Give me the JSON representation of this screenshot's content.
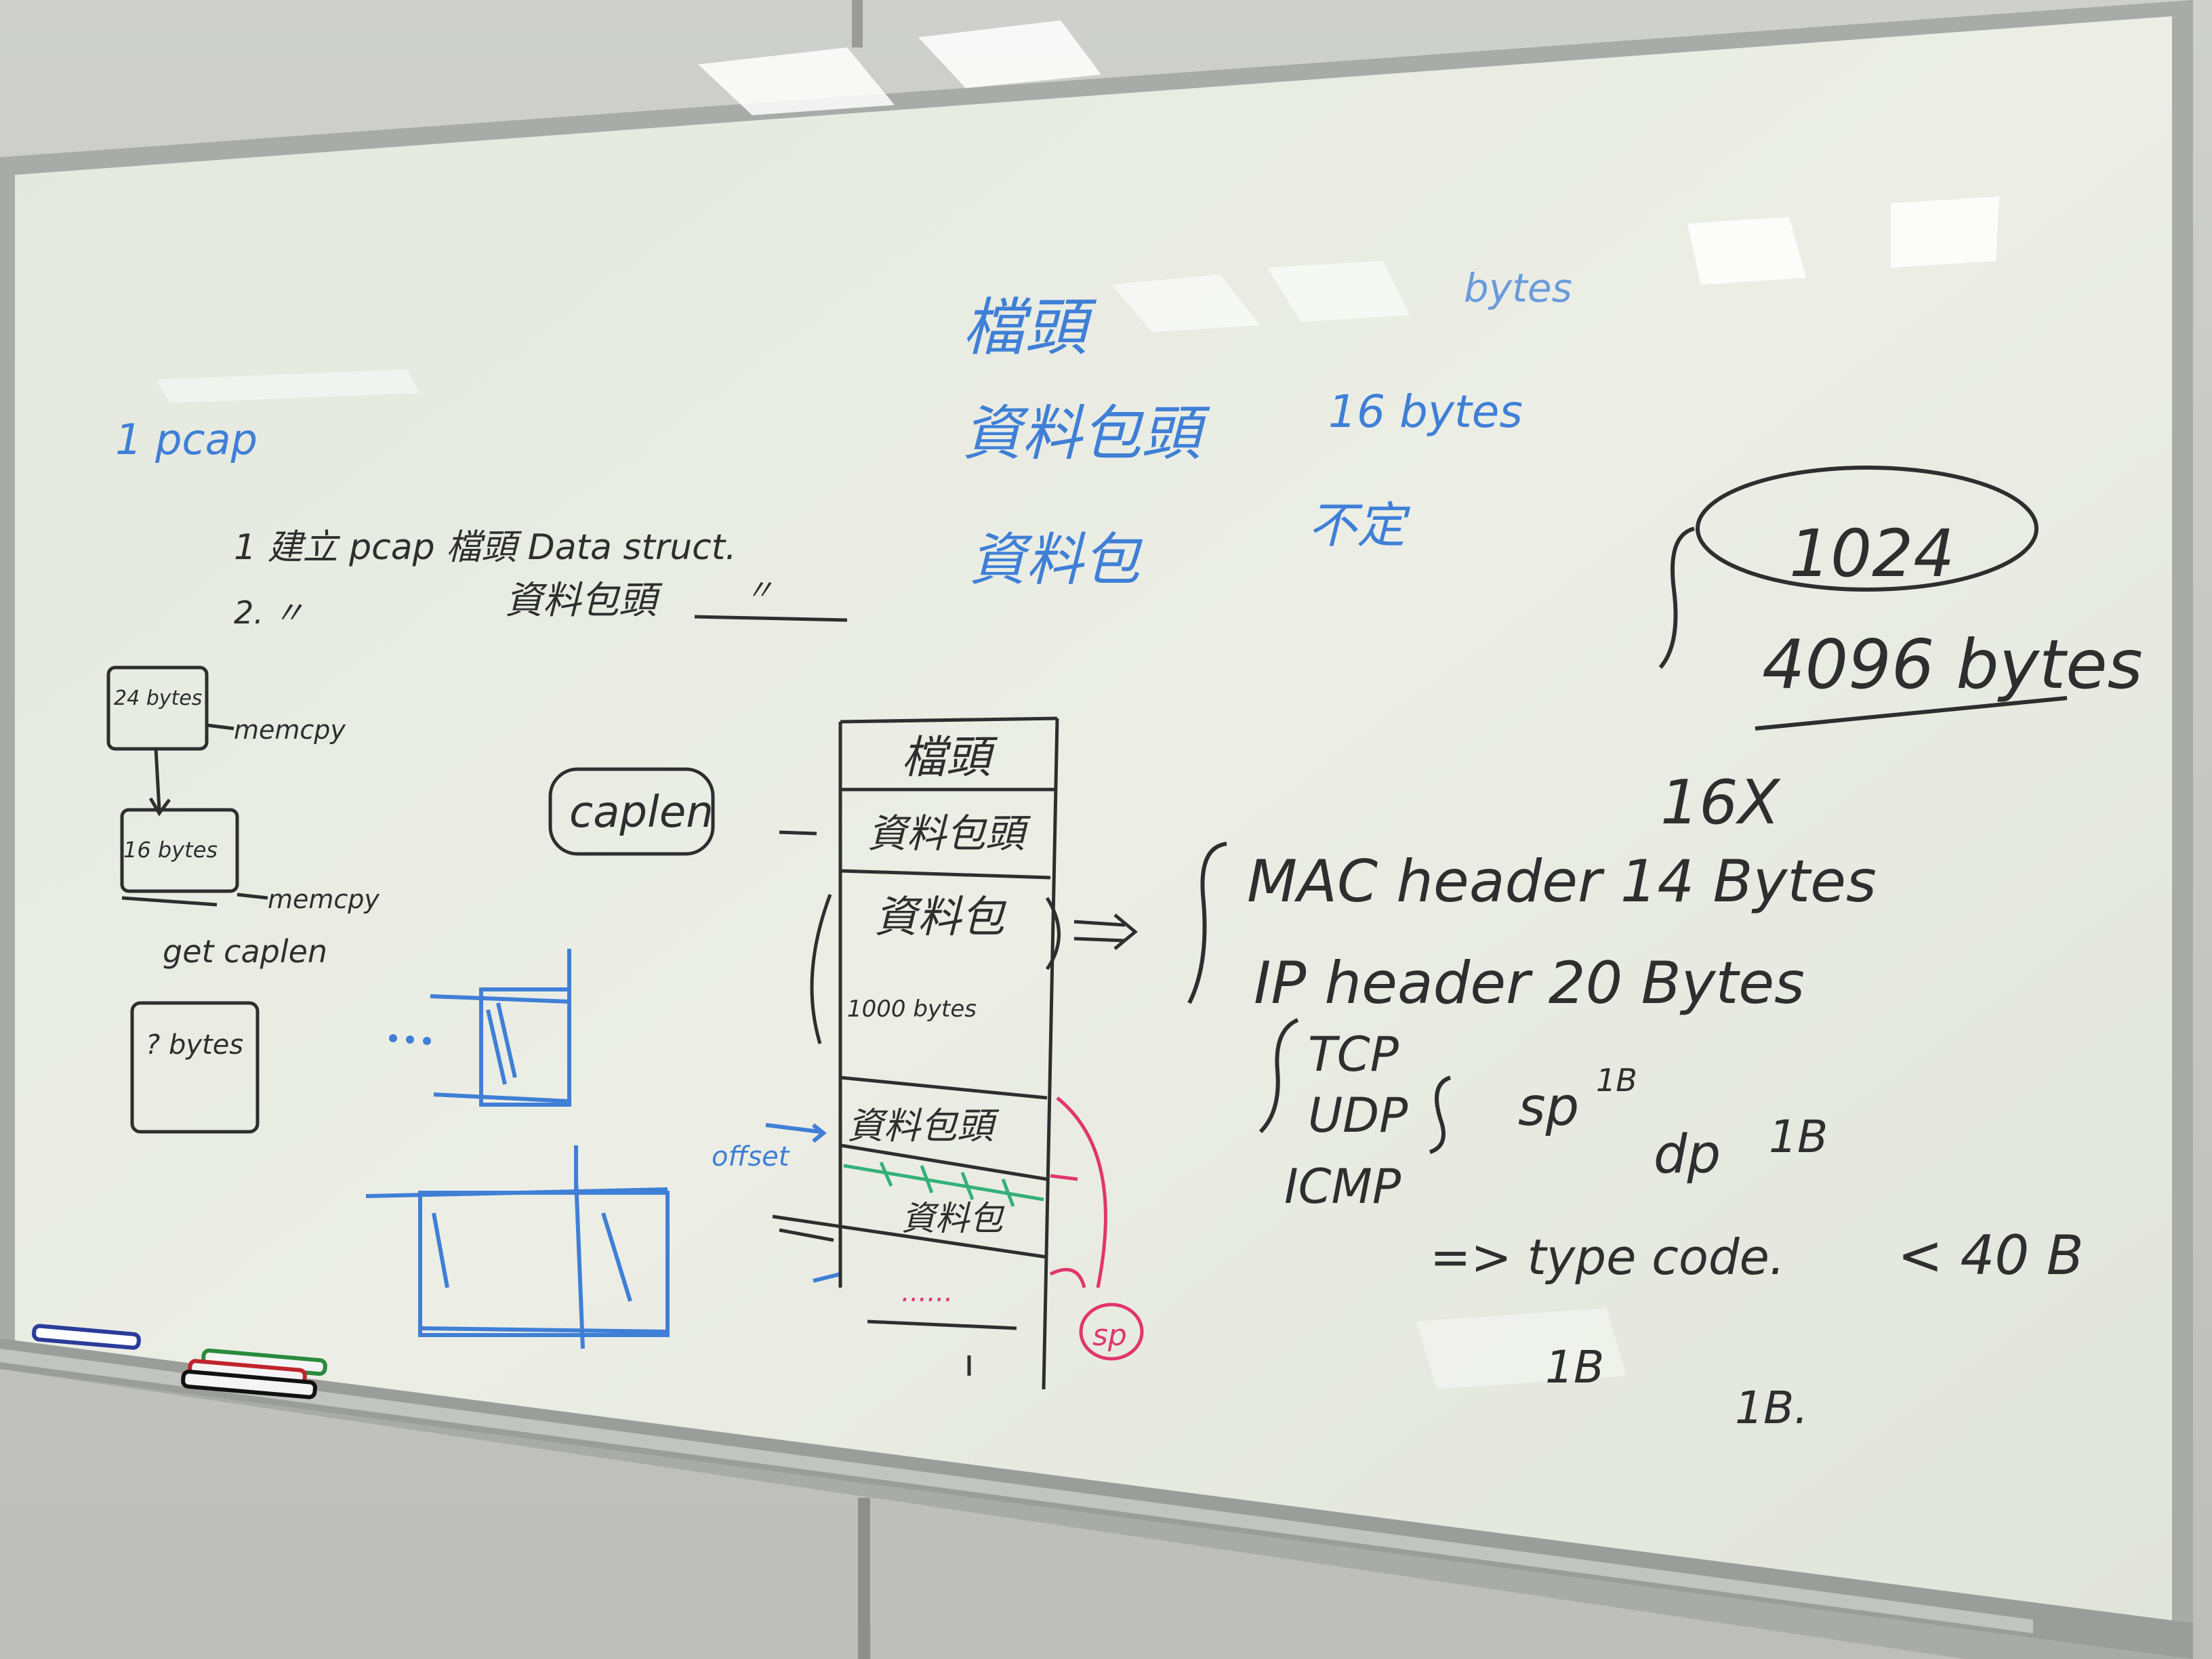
{
  "colors": {
    "wall": "#c6c6c3",
    "board": "#e6eadf",
    "frame": "#a7a9a6",
    "ink_black": "#2e2e2e",
    "ink_blue": "#3f7fd6",
    "ink_red": "#e0366b",
    "ink_green": "#35b07a"
  },
  "blue_notes": {
    "pcap": "1 pcap",
    "file_header": "檔頭",
    "file_header_size": "bytes",
    "packet_header": "資料包頭",
    "packet_header_size": "16 bytes",
    "packet": "資料包",
    "packet_size": "不定",
    "offset": "offset"
  },
  "black_notes": {
    "step1": "1 建立 pcap 檔頭 Data struct.",
    "step1_line2": "資料包頭",
    "step1_tail": "〃",
    "step2": "2. 〃",
    "box_top": "24 bytes",
    "memcpy_1": "memcpy",
    "box_middle": "16 bytes",
    "memcpy_2": "memcpy",
    "get_caplen": "get caplen",
    "box_bottom": "? bytes",
    "caplen": "caplen"
  },
  "memory_diagram": {
    "labels": [
      "檔頭",
      "資料包頭",
      "資料包",
      "1000 bytes",
      "資料包頭",
      "資料包",
      "......"
    ]
  },
  "right_notes": {
    "sizes_1": "1024",
    "sizes_2": "4096 bytes",
    "x16": "16X",
    "mac": "MAC header 14 Bytes",
    "ip": "IP header 20 Bytes",
    "tcp": "TCP",
    "udp": "UDP",
    "icmp": "ICMP",
    "sp": "sp",
    "sp_size": "1B",
    "dp": "dp",
    "dp_size": "1B",
    "lt40": "< 40 B",
    "type_code": "=> type code.",
    "type_size": "1B",
    "code_size": "1B."
  },
  "red_notes": {
    "circle": "sp"
  }
}
